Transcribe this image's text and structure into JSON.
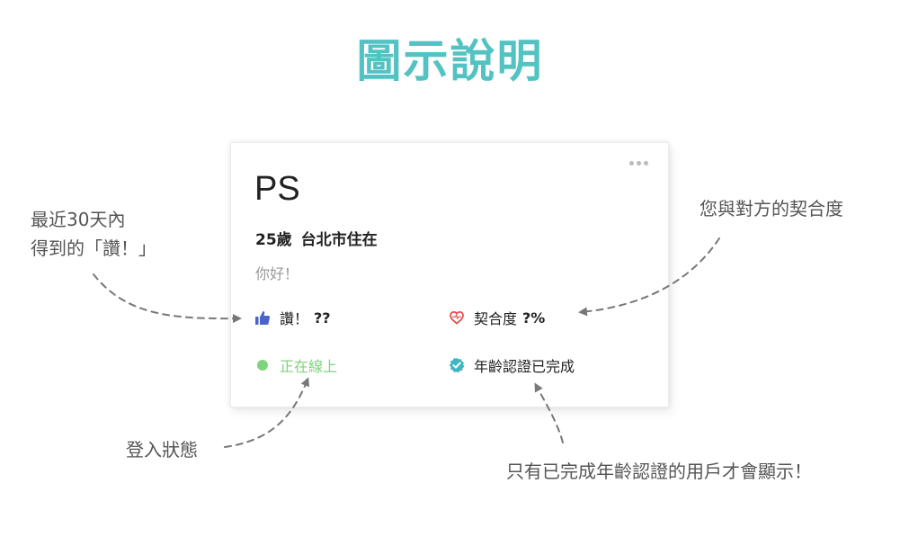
{
  "title": "圖示說明",
  "card": {
    "name": "PS",
    "age": "25歲",
    "location": "台北市住在",
    "greeting": "你好！",
    "likes_label": "讚！",
    "likes_value": "??",
    "match_label": "契合度",
    "match_value": "?%",
    "online_label": "正在線上",
    "verified_label": "年齡認證已完成"
  },
  "annotations": {
    "likes_line1": "最近30天內",
    "likes_line2": "得到的「讚！」",
    "login": "登入狀態",
    "match": "您與對方的契合度",
    "verified": "只有已完成年齡認證的用戶才會顯示！"
  },
  "colors": {
    "title": "#52c3c2",
    "online": "#7ed47c",
    "like_icon": "#4a63c9",
    "heart": "#e05555",
    "verified_badge": "#3fb6c2"
  }
}
